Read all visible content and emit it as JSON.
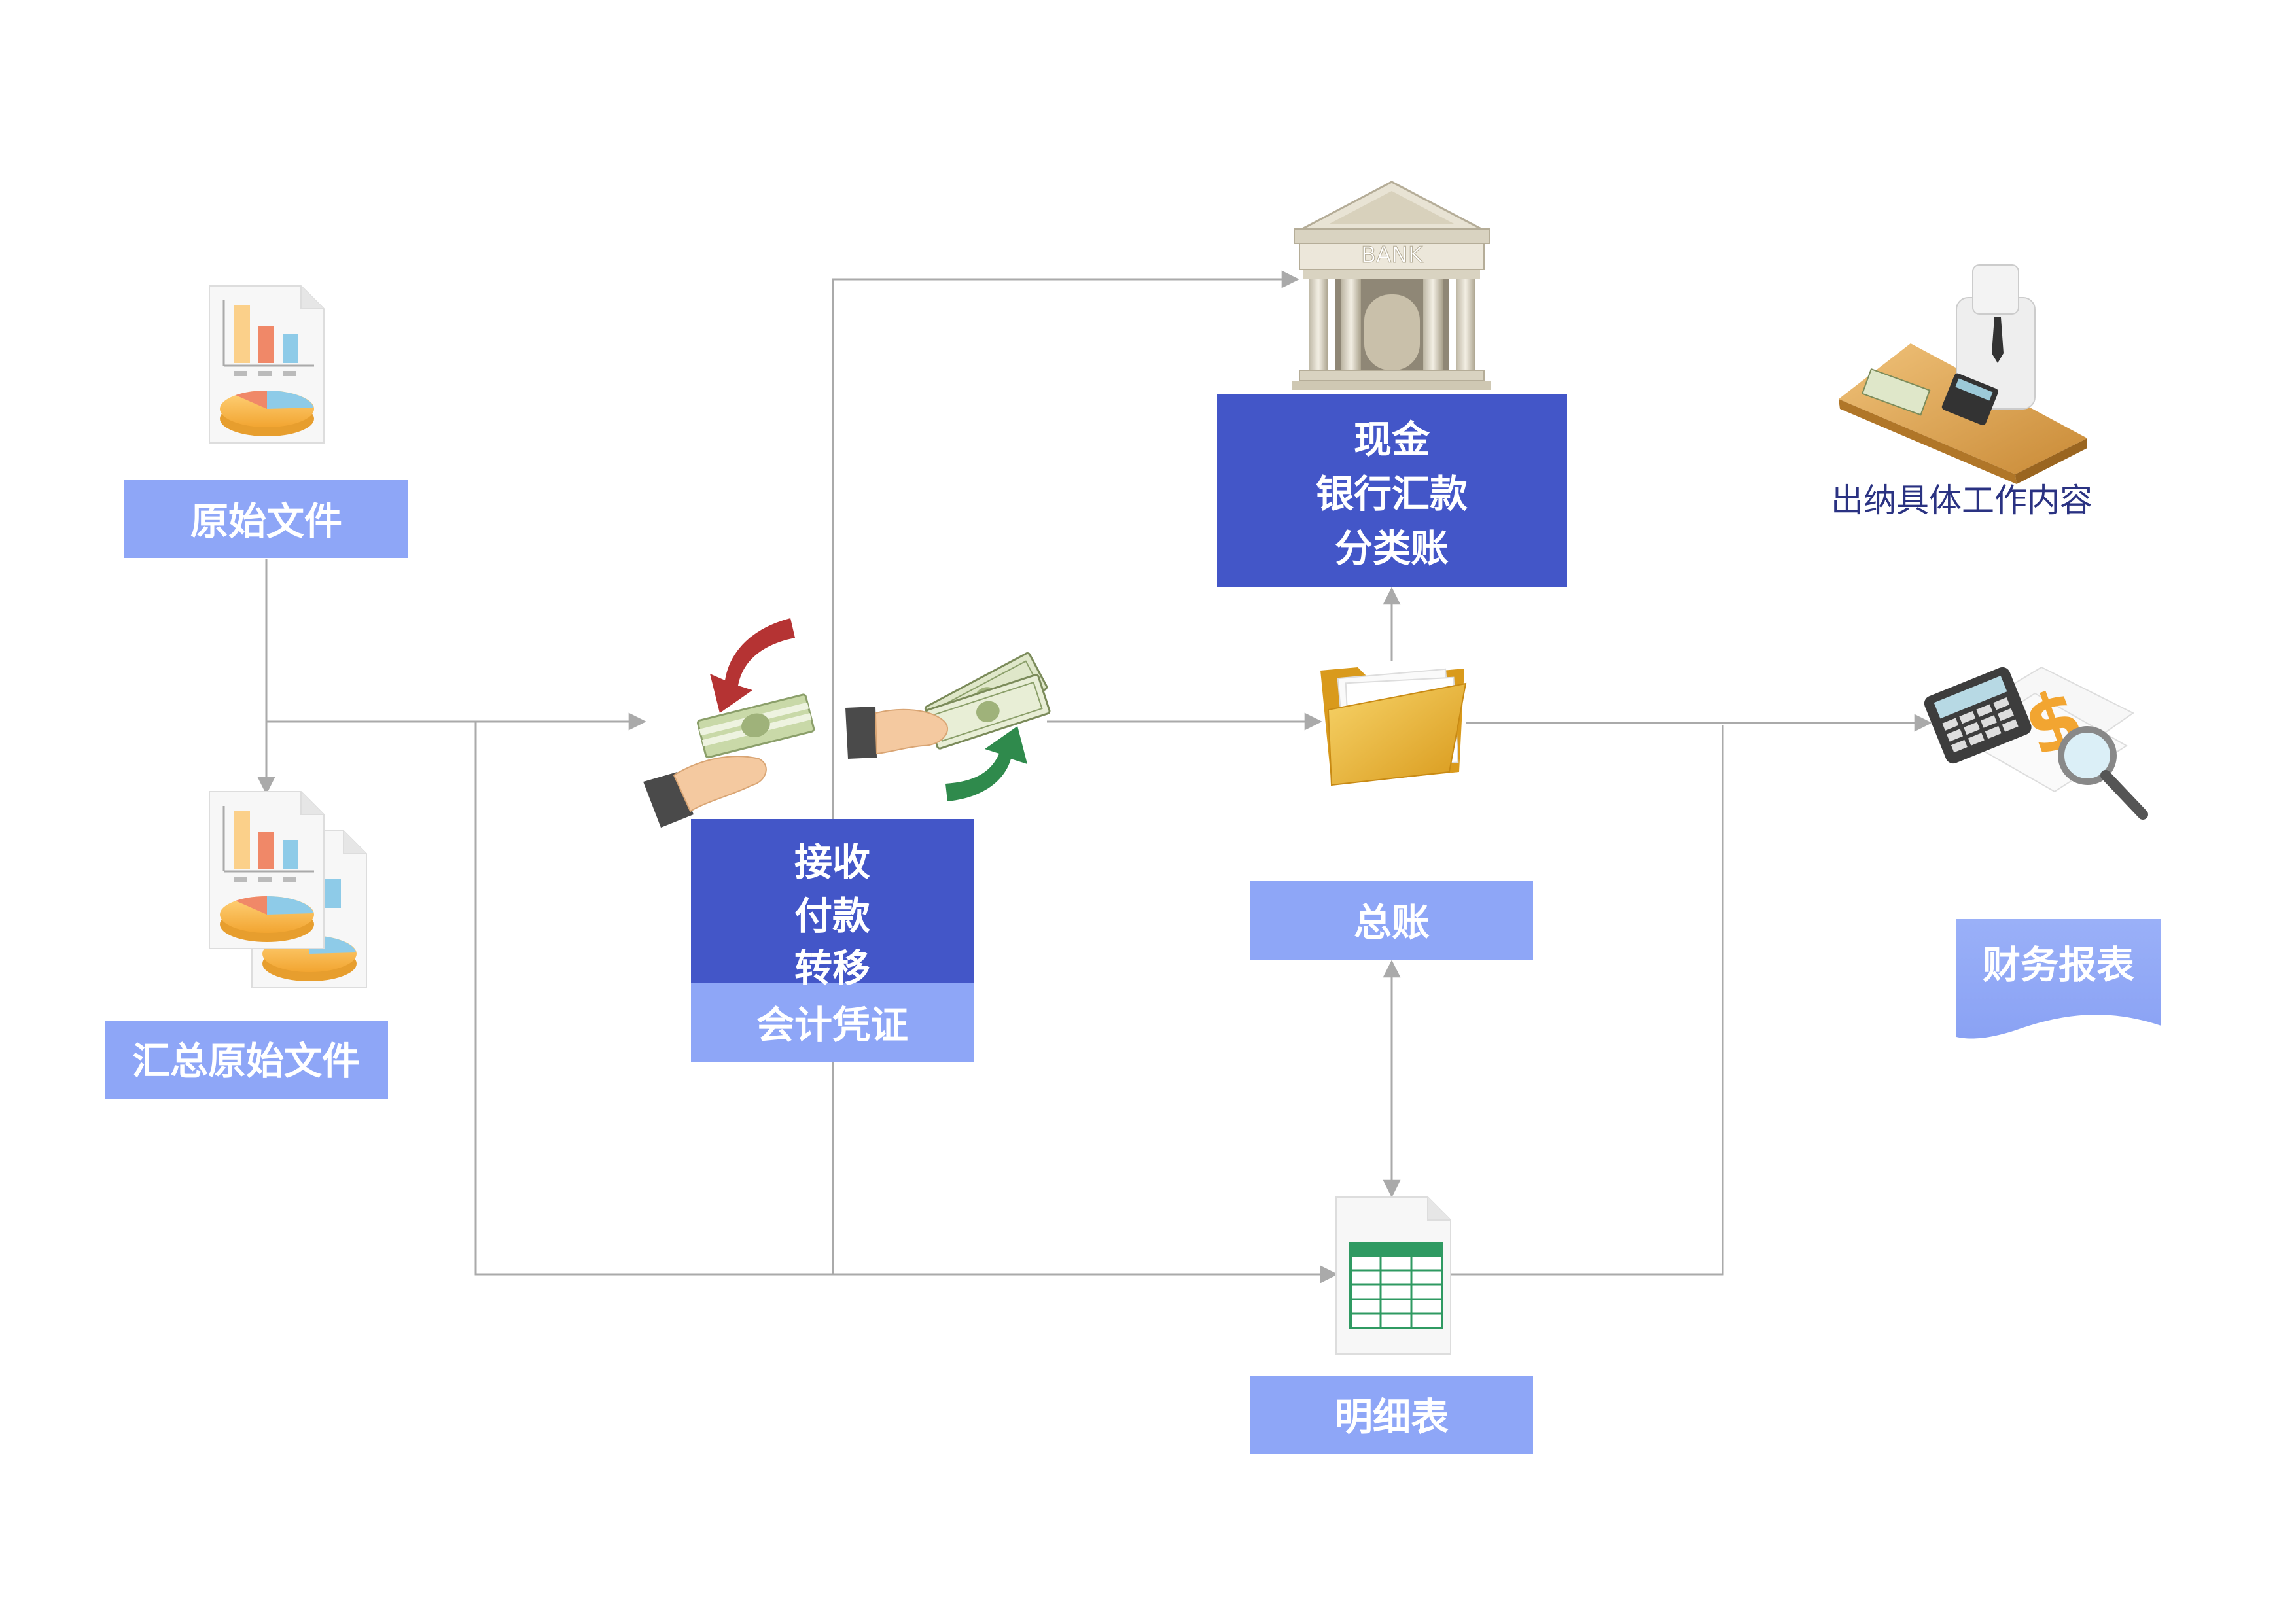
{
  "nodes": {
    "original_docs": "原始文件",
    "summary_docs": "汇总原始文件",
    "voucher_line1": "接收",
    "voucher_line2": "付款",
    "voucher_line3": "转移",
    "voucher_label": "会计凭证",
    "ledger_line1": "现金",
    "ledger_line2": "银行汇款",
    "ledger_line3": "分类账",
    "general_ledger": "总账",
    "detail_table": "明细表",
    "financial_report": "财务报表"
  },
  "cashier": {
    "caption": "出纳具体工作内容"
  },
  "bank": {
    "sign": "BANK"
  },
  "colors": {
    "dark_box": "#4356c8",
    "light_box": "#8ea6f7",
    "connector": "#aaaaaa",
    "caption": "#2a3282"
  }
}
